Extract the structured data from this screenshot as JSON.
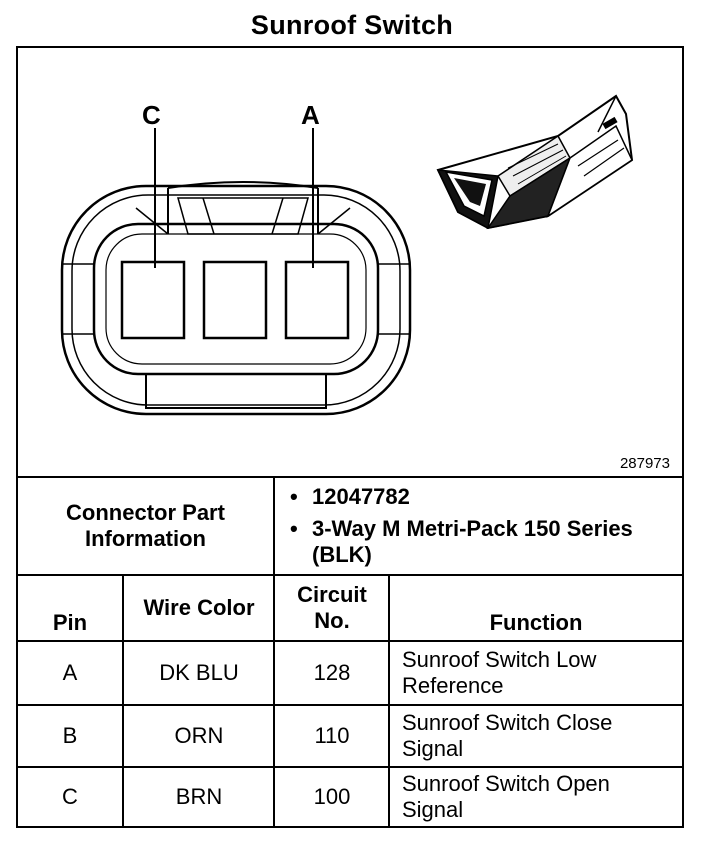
{
  "title": "Sunroof Switch",
  "figure_number": "287973",
  "pin_labels": {
    "left": "C",
    "right": "A"
  },
  "connector_part": {
    "label": "Connector Part Information",
    "items": [
      "12047782",
      "3-Way M Metri-Pack 150 Series (BLK)"
    ],
    "bullet": "•"
  },
  "table": {
    "headers": {
      "pin": "Pin",
      "wire_color": "Wire Color",
      "circuit": "Circuit No.",
      "function": "Function"
    },
    "rows": [
      {
        "pin": "A",
        "wire_color": "DK BLU",
        "circuit": "128",
        "function": "Sunroof Switch Low Reference"
      },
      {
        "pin": "B",
        "wire_color": "ORN",
        "circuit": "110",
        "function": "Sunroof Switch Close Signal"
      },
      {
        "pin": "C",
        "wire_color": "BRN",
        "circuit": "100",
        "function": "Sunroof Switch Open Signal"
      }
    ]
  }
}
